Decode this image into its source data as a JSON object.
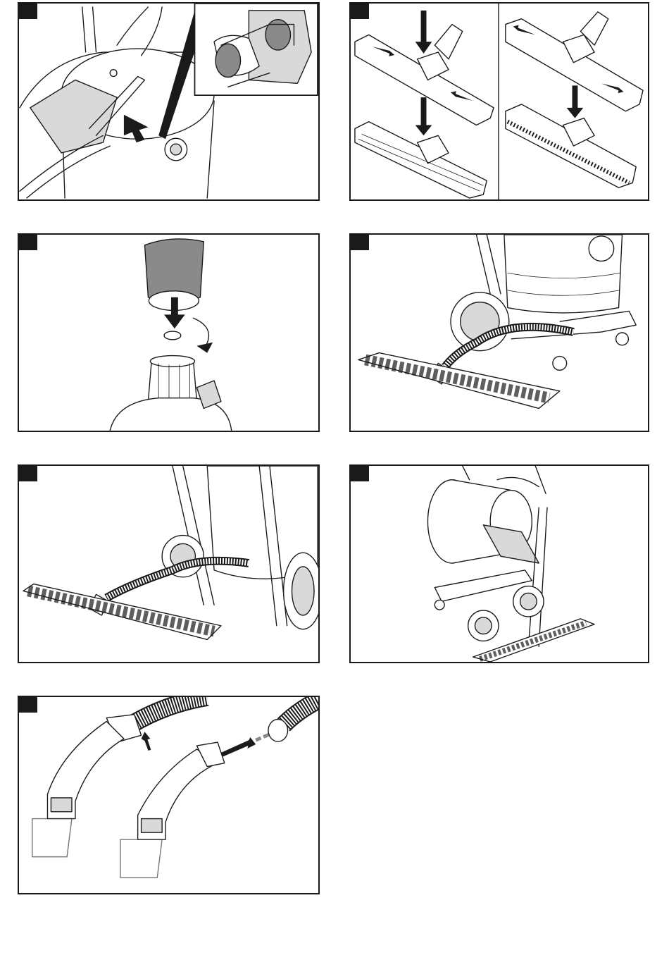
{
  "page": {
    "background": "#ffffff",
    "ink": "#1a1a1a",
    "fill_gray": "#8a8a8a",
    "light_gray": "#d9d9d9"
  },
  "figures": [
    {
      "id": "fig-1",
      "depicts": "filter-bag-insertion",
      "number_tag": ""
    },
    {
      "id": "fig-2",
      "depicts": "floor-nozzle-strip-change",
      "number_tag": ""
    },
    {
      "id": "fig-3",
      "depicts": "cartridge-filter-mounting",
      "number_tag": ""
    },
    {
      "id": "fig-4",
      "depicts": "vacuuming-grid-drum-side",
      "number_tag": ""
    },
    {
      "id": "fig-5",
      "depicts": "vacuuming-grid-cart-front",
      "number_tag": ""
    },
    {
      "id": "fig-6",
      "depicts": "tipping-drum-emptying",
      "number_tag": ""
    },
    {
      "id": "fig-7",
      "depicts": "hose-handle-connection",
      "number_tag": ""
    }
  ]
}
